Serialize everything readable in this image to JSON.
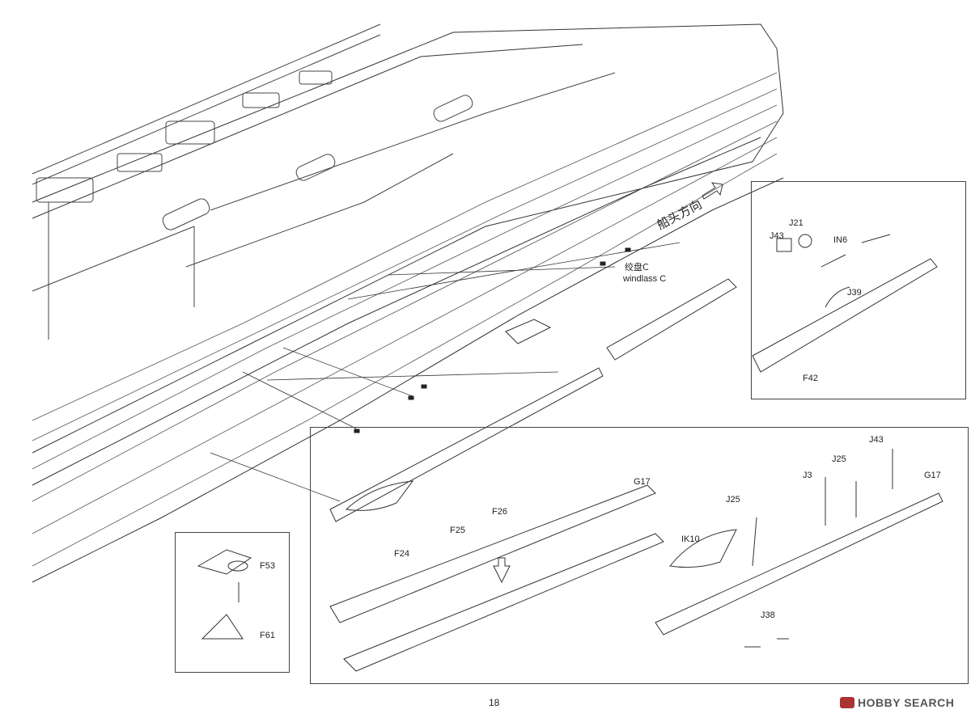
{
  "page_number": "18",
  "watermark": "HOBBY SEARCH",
  "direction_label": "船头方向",
  "windlass_cn": "绞盘C",
  "windlass_en": "windlass C",
  "inset_top_right": {
    "parts": [
      "J43",
      "J21",
      "IN6",
      "J39",
      "F42"
    ]
  },
  "inset_bottom_left": {
    "parts": [
      "F53",
      "F61"
    ]
  },
  "inset_bottom_right": {
    "parts": [
      "J43",
      "J3",
      "J25",
      "G17",
      "J25",
      "IK10",
      "J38"
    ]
  },
  "main_parts": [
    "G17",
    "F26",
    "F25",
    "F24"
  ],
  "colors": {
    "ink": "#333333",
    "paper": "#ffffff",
    "brand": "#aa3333"
  }
}
